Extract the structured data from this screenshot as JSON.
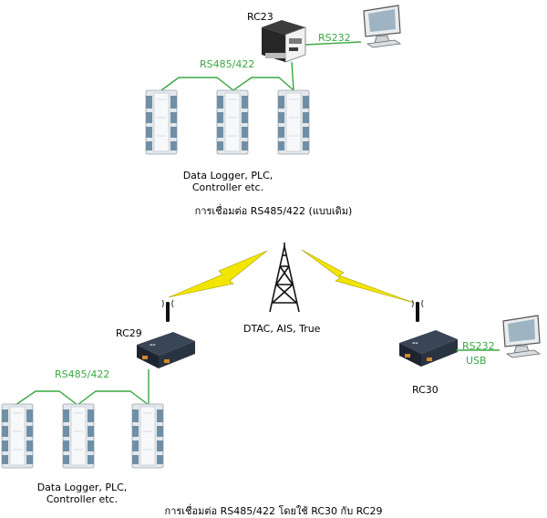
{
  "top": {
    "device_label": "RC23",
    "serial_label": "RS232",
    "bus_label": "RS485/422",
    "devices_caption_line1": "Data Logger, PLC,",
    "devices_caption_line2": "Controller etc.",
    "caption": "การเชื่อมต่อ RS485/422 (แบบเดิม)"
  },
  "bottom": {
    "network_label": "DTAC, AIS, True",
    "left_device_label": "RC29",
    "right_device_label": "RC30",
    "bus_label": "RS485/422",
    "serial_label": "RS232",
    "usb_label": "USB",
    "devices_caption_line1": "Data Logger, PLC,",
    "devices_caption_line2": "Controller etc.",
    "caption": "การเชื่อมต่อ RS485/422 โดยใช้ RC30 กับ RC29"
  },
  "colors": {
    "link_green": "#3aa845",
    "lightning_yellow": "#f2e600",
    "modem_dark": "#2a3340",
    "module_grey": "#dde3e8"
  }
}
